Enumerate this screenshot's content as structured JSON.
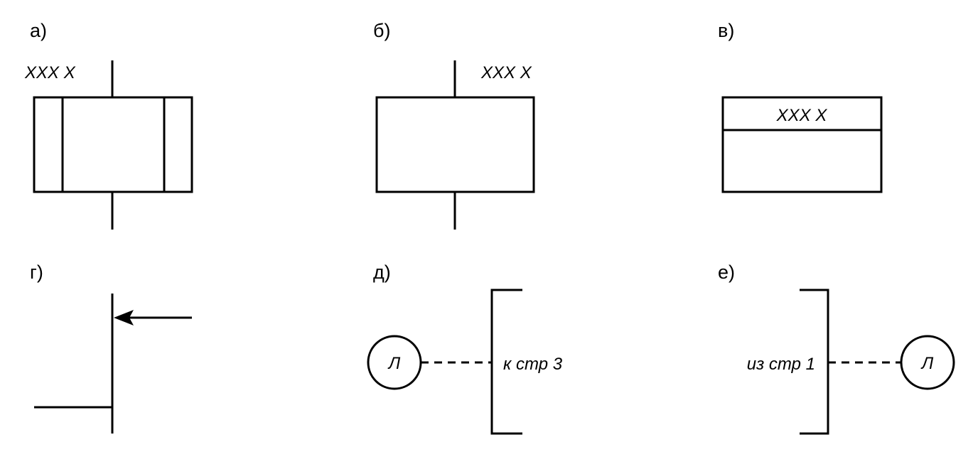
{
  "panels": {
    "a": {
      "label": "а)",
      "text": "XXX  X"
    },
    "b": {
      "label": "б)",
      "text": "XXX  X"
    },
    "v": {
      "label": "в)",
      "text": "XXX  X"
    },
    "g": {
      "label": "г)"
    },
    "d": {
      "label": "д)",
      "circle_text": "Л",
      "bracket_text": "к  стр  3"
    },
    "e": {
      "label": "е)",
      "circle_text": "Л",
      "bracket_text": "из  стр  1"
    }
  }
}
